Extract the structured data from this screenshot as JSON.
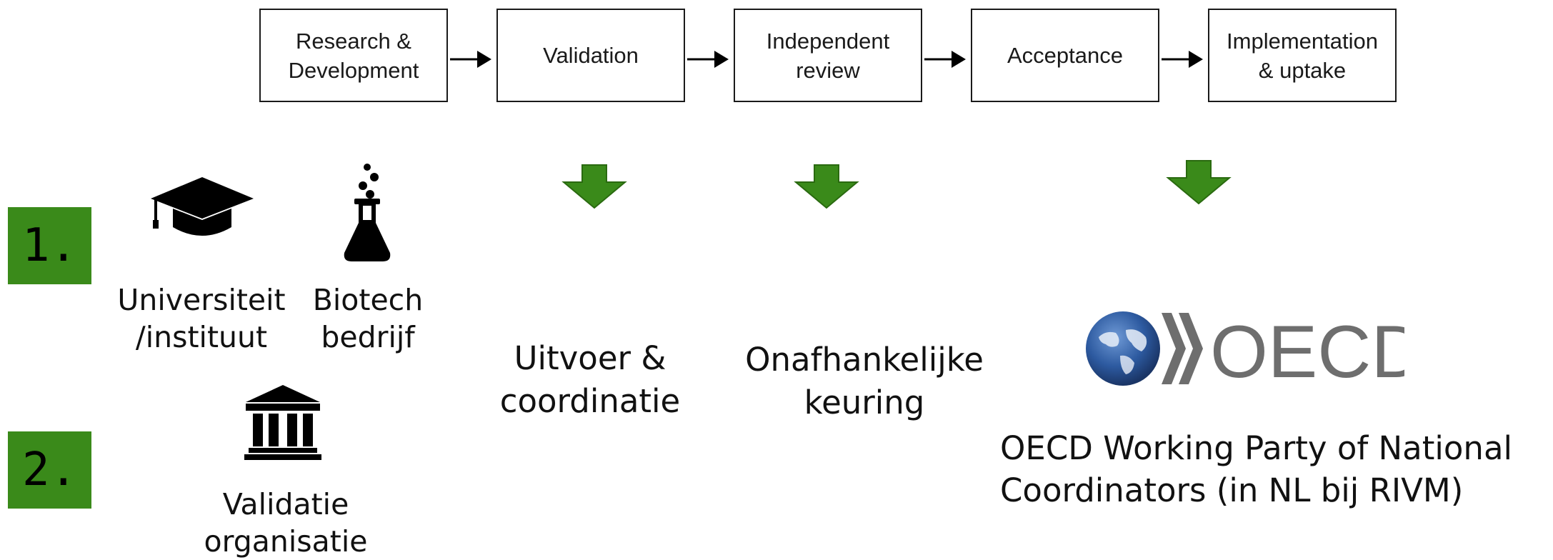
{
  "process_steps": [
    "Research &\nDevelopment",
    "Validation",
    "Independent\nreview",
    "Acceptance",
    "Implementation\n& uptake"
  ],
  "badges": [
    "1.",
    "2."
  ],
  "actors": {
    "university": "Universiteit\n/instituut",
    "biotech": "Biotech\nbedrijf",
    "validation_org": "Validatie\norganisatie",
    "execution": "Uitvoer &\ncoordinatie",
    "independent": "Onafhankelijke\nkeuring",
    "oecd_party": "OECD Working Party of National\nCoordinators (in NL bij RIVM)"
  },
  "oecd_logo_text": "OECD",
  "colors": {
    "green": "#3a8a1a",
    "box_border": "#1a1a1a",
    "logo_grey": "#6e6e6e",
    "globe_blue": "#2d5aa0"
  },
  "icons": [
    "graduation-cap-icon",
    "flask-icon",
    "institution-icon",
    "globe-icon"
  ]
}
